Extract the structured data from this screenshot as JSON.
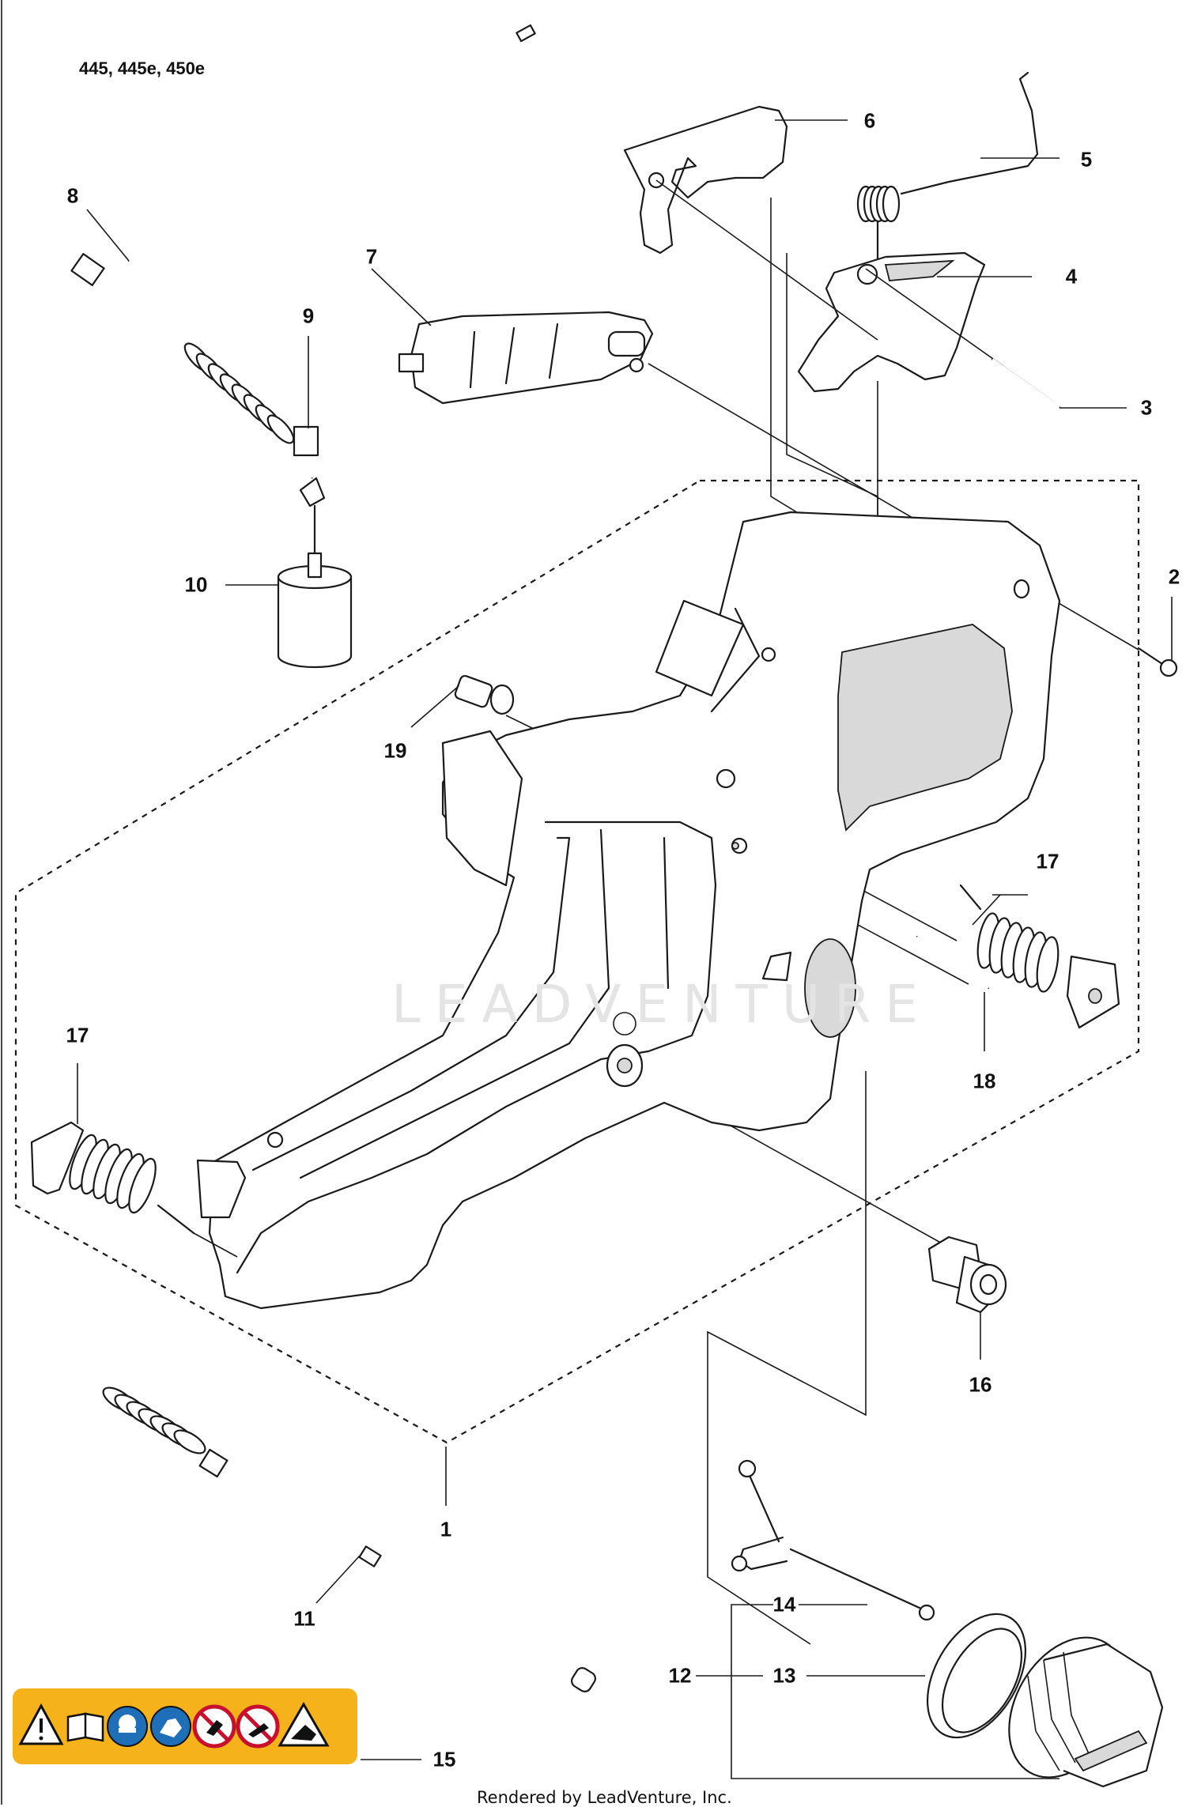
{
  "diagram": {
    "model_label": "445, 445e, 450e",
    "watermark": "LEADVENTURE",
    "footer": "Rendered by LeadVenture, Inc.",
    "callouts": [
      {
        "id": "c1",
        "label": "1"
      },
      {
        "id": "c2",
        "label": "2"
      },
      {
        "id": "c3",
        "label": "3"
      },
      {
        "id": "c4",
        "label": "4"
      },
      {
        "id": "c5",
        "label": "5"
      },
      {
        "id": "c6",
        "label": "6"
      },
      {
        "id": "c7",
        "label": "7"
      },
      {
        "id": "c8",
        "label": "8"
      },
      {
        "id": "c9",
        "label": "9"
      },
      {
        "id": "c10",
        "label": "10"
      },
      {
        "id": "c11",
        "label": "11"
      },
      {
        "id": "c12",
        "label": "12"
      },
      {
        "id": "c13",
        "label": "13"
      },
      {
        "id": "c14",
        "label": "14"
      },
      {
        "id": "c15",
        "label": "15"
      },
      {
        "id": "c16",
        "label": "16"
      },
      {
        "id": "c17a",
        "label": "17"
      },
      {
        "id": "c17b",
        "label": "17"
      },
      {
        "id": "c18",
        "label": "18"
      },
      {
        "id": "c19",
        "label": "19"
      }
    ],
    "warning_icons": [
      "warning-triangle-icon",
      "manual-book-icon",
      "ear-eye-protection-icon",
      "gloves-icon",
      "no-one-hand-icon",
      "no-kickback-icon",
      "kickback-warning-icon"
    ]
  }
}
